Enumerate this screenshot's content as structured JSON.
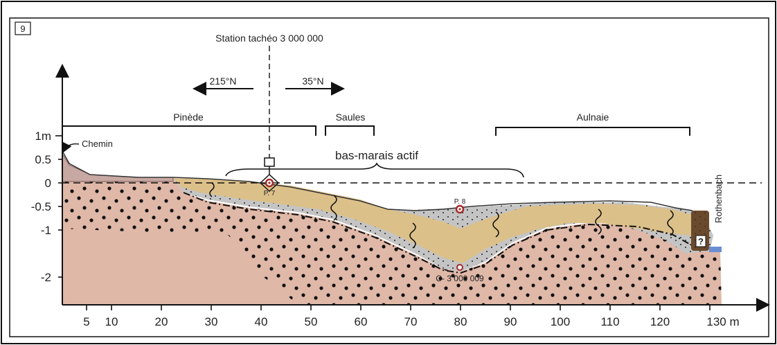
{
  "figure_number": "9",
  "station_label": "Station tachéo 3 000 000",
  "directions": {
    "left": "215°N",
    "right": "35°N"
  },
  "zones": [
    {
      "label": "Pinède"
    },
    {
      "label": "Saules"
    },
    {
      "label": "Aulnaie"
    }
  ],
  "marsh_label": "bas-marais actif",
  "path_label": "Chemin",
  "stream_label": "Rothenbach",
  "points": {
    "p7": "P. 7",
    "p8": "P. 8",
    "core": "C- 3 000 009"
  },
  "unknown_mark": "?",
  "y_ticks": [
    "1m",
    "0.5",
    "0",
    "-0.5",
    "-1",
    "-2"
  ],
  "x_ticks": [
    "5",
    "10",
    "20",
    "30",
    "40",
    "50",
    "60",
    "70",
    "80",
    "90",
    "100",
    "110",
    "120",
    "130 m"
  ],
  "colors": {
    "sand_fill": "#e0b8a8",
    "peat_fill": "#dcc089",
    "silt_fill": "#c4c4c4",
    "top_band": "#c8a8a2",
    "root_fill": "#6a4a2c",
    "water": "#6a8fd1",
    "marker": "#a42a2a"
  }
}
